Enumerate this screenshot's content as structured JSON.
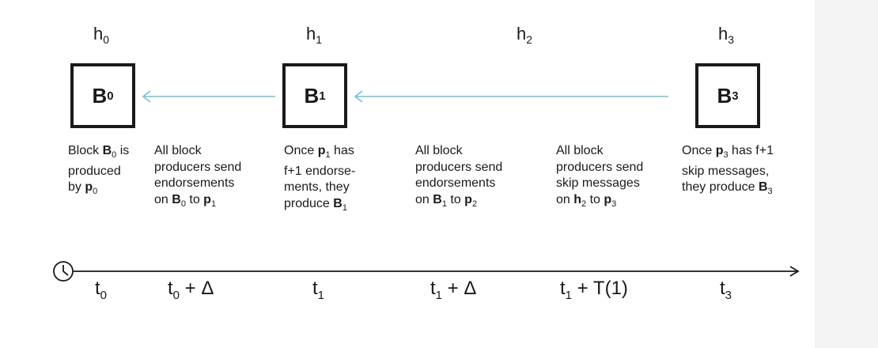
{
  "heights": [
    {
      "base": "h",
      "sub": "0"
    },
    {
      "base": "h",
      "sub": "1"
    },
    {
      "base": "h",
      "sub": "2"
    },
    {
      "base": "h",
      "sub": "3"
    }
  ],
  "blocks": [
    {
      "base": "B",
      "sub": "0"
    },
    {
      "base": "B",
      "sub": "1"
    },
    {
      "base": "B",
      "sub": "3"
    }
  ],
  "descriptions": [
    {
      "lines": [
        [
          {
            "t": "Block "
          },
          {
            "t": "B",
            "b": true
          },
          {
            "t": "0",
            "sub": true
          },
          {
            "t": " is"
          }
        ],
        [
          {
            "t": "produced"
          }
        ],
        [
          {
            "t": "by "
          },
          {
            "t": "p",
            "b": true
          },
          {
            "t": "0",
            "sub": true
          }
        ]
      ]
    },
    {
      "lines": [
        [
          {
            "t": "All block"
          }
        ],
        [
          {
            "t": "producers send"
          }
        ],
        [
          {
            "t": "endorsements"
          }
        ],
        [
          {
            "t": "on "
          },
          {
            "t": "B",
            "b": true
          },
          {
            "t": "0",
            "sub": true
          },
          {
            "t": " to "
          },
          {
            "t": "p",
            "b": true
          },
          {
            "t": "1",
            "sub": true
          }
        ]
      ]
    },
    {
      "lines": [
        [
          {
            "t": "Once "
          },
          {
            "t": "p",
            "b": true
          },
          {
            "t": "1",
            "sub": true
          },
          {
            "t": " has"
          }
        ],
        [
          {
            "t": "f+1 endorse-"
          }
        ],
        [
          {
            "t": "ments, they"
          }
        ],
        [
          {
            "t": "produce "
          },
          {
            "t": "B",
            "b": true
          },
          {
            "t": "1",
            "sub": true
          }
        ]
      ]
    },
    {
      "lines": [
        [
          {
            "t": "All block"
          }
        ],
        [
          {
            "t": "producers send"
          }
        ],
        [
          {
            "t": "endorsements"
          }
        ],
        [
          {
            "t": "on "
          },
          {
            "t": "B",
            "b": true
          },
          {
            "t": "1",
            "sub": true
          },
          {
            "t": " to "
          },
          {
            "t": "p",
            "b": true
          },
          {
            "t": "2",
            "sub": true
          }
        ]
      ]
    },
    {
      "lines": [
        [
          {
            "t": "All block"
          }
        ],
        [
          {
            "t": "producers send"
          }
        ],
        [
          {
            "t": "skip messages"
          }
        ],
        [
          {
            "t": "on "
          },
          {
            "t": "h",
            "b": true
          },
          {
            "t": "2",
            "sub": true
          },
          {
            "t": " to "
          },
          {
            "t": "p",
            "b": true
          },
          {
            "t": "3",
            "sub": true
          }
        ]
      ]
    },
    {
      "lines": [
        [
          {
            "t": "Once "
          },
          {
            "t": "p",
            "b": true
          },
          {
            "t": "3",
            "sub": true
          },
          {
            "t": " has f+1"
          }
        ],
        [
          {
            "t": "skip messages,"
          }
        ],
        [
          {
            "t": "they produce "
          },
          {
            "t": "B",
            "b": true
          },
          {
            "t": "3",
            "sub": true
          }
        ]
      ]
    }
  ],
  "timeline": {
    "icon": "clock-icon",
    "labels": [
      {
        "base": "t",
        "sub": "0",
        "suffix": ""
      },
      {
        "base": "t",
        "sub": "0",
        "suffix": " + Δ"
      },
      {
        "base": "t",
        "sub": "1",
        "suffix": ""
      },
      {
        "base": "t",
        "sub": "1",
        "suffix": " + Δ"
      },
      {
        "base": "t",
        "sub": "1",
        "suffix": " + T(1)"
      },
      {
        "base": "t",
        "sub": "3",
        "suffix": ""
      }
    ]
  },
  "colors": {
    "arrow_blue": "#6fc3d6",
    "ink": "#1a1a1a"
  }
}
